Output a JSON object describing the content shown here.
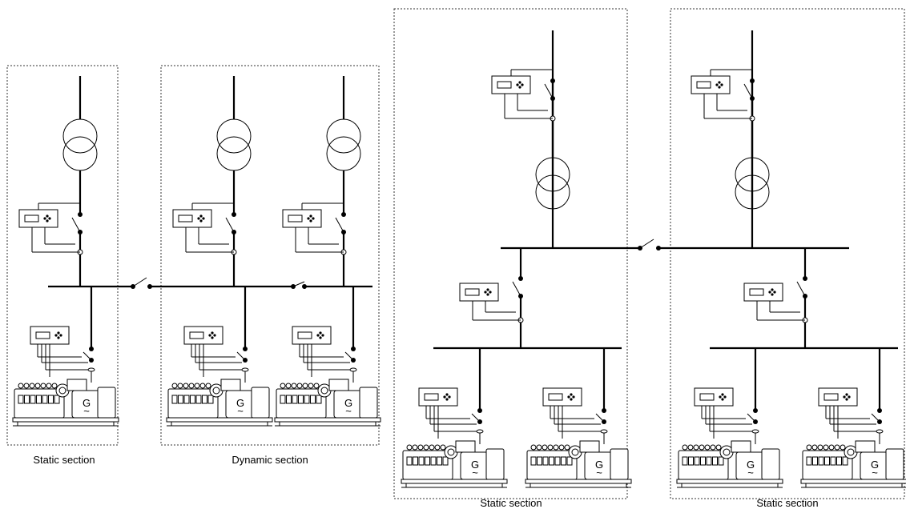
{
  "diagram": {
    "labels": {
      "static_left": "Static section",
      "dynamic": "Dynamic section",
      "static_mid": "Static section",
      "static_right": "Static section"
    },
    "generator_symbol": "G",
    "generator_wave": "~"
  },
  "icons": [
    "transformer-icon",
    "controller-icon",
    "breaker-icon",
    "genset-icon"
  ]
}
